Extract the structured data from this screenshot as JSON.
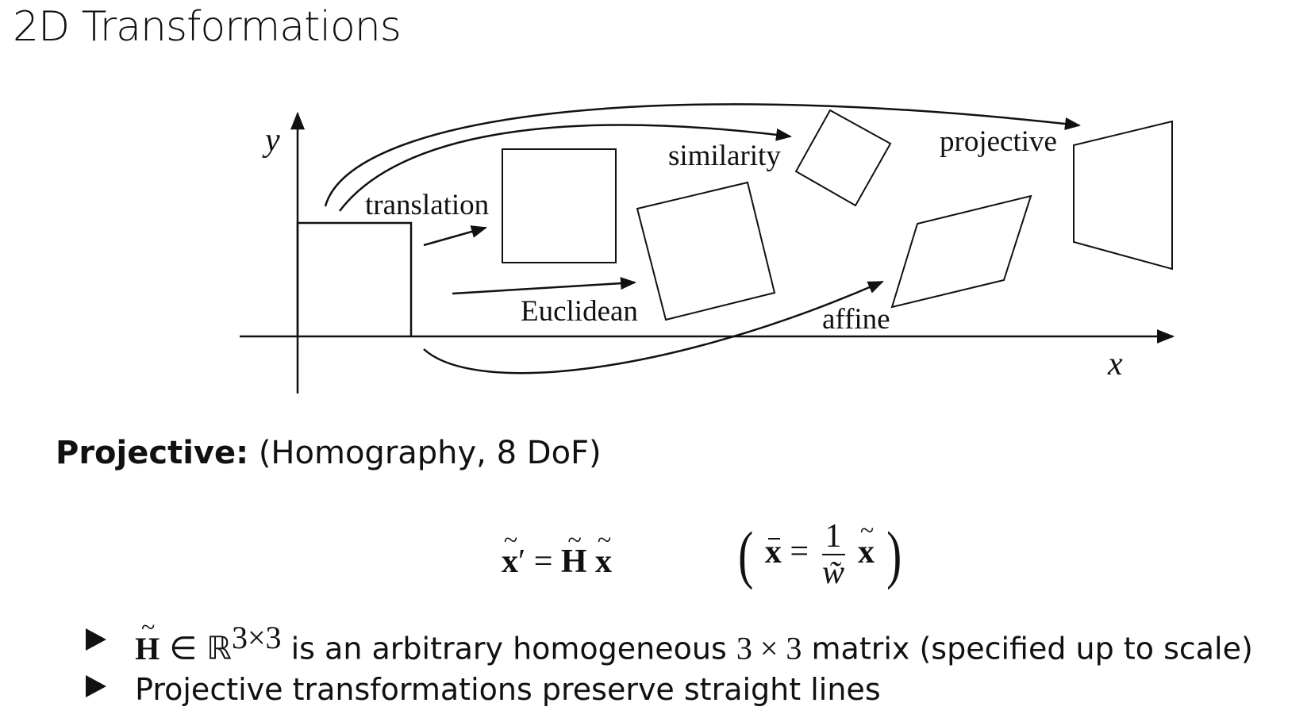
{
  "slide": {
    "title": "2D Transformations"
  },
  "diagram": {
    "axis_x_label": "x",
    "axis_y_label": "y",
    "labels": {
      "translation": "translation",
      "euclidean": "Euclidean",
      "similarity": "similarity",
      "affine": "affine",
      "projective": "projective"
    }
  },
  "projective": {
    "heading": "Projective:",
    "subtitle": "(Homography, 8 DoF)"
  },
  "equations": {
    "main_lhs": "x",
    "main_prime": "′",
    "main_eq": "=",
    "main_H": "H",
    "main_x": "x",
    "side_xbar": "x",
    "side_eq": "=",
    "side_num": "1",
    "side_den": "w̃",
    "side_x": "x"
  },
  "bullets": [
    {
      "H": "H",
      "in": "∈",
      "R": "ℝ",
      "exp": "3×3",
      "text": "is an arbitrary homogeneous",
      "dims": "3 × 3",
      "text2": "matrix (specified up to scale)"
    },
    {
      "text": "Projective transformations preserve straight lines"
    }
  ]
}
